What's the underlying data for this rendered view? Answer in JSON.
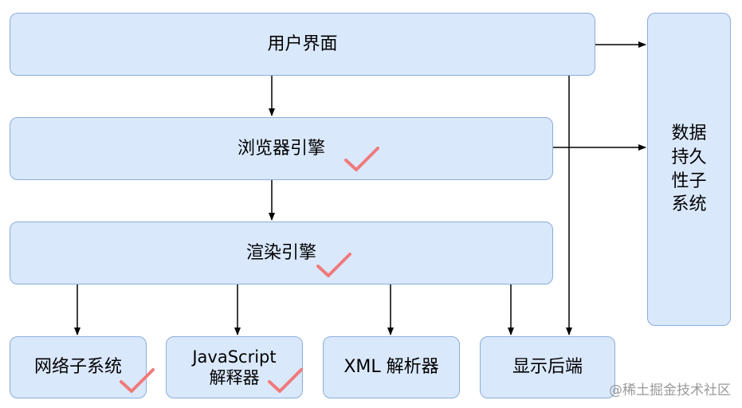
{
  "diagram": {
    "boxes": {
      "ui": "用户界面",
      "browser_engine": "浏览器引擎",
      "render_engine": "渲染引擎",
      "network": "网络子系统",
      "js_interpreter": "JavaScript\n解释器",
      "xml_parser": "XML 解析器",
      "display_backend": "显示后端",
      "persistence": "数据\n持久\n性子\n系统"
    }
  },
  "watermark": "@稀土掘金技术社区",
  "colors": {
    "box_fill": "#dae8fc",
    "box_border": "#8aaedc",
    "check": "#f07a7a"
  }
}
